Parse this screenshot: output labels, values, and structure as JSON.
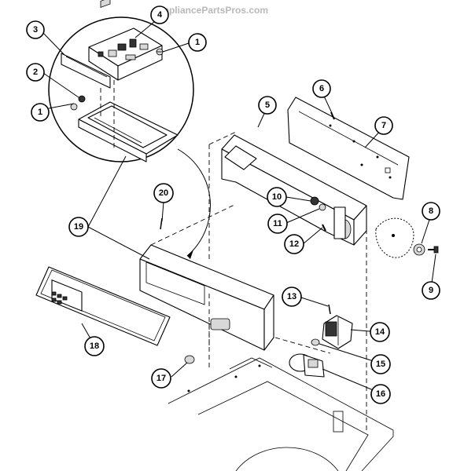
{
  "watermark": "AppliancePartsPros.com",
  "callouts": [
    {
      "id": "callout-1a",
      "label": "1"
    },
    {
      "id": "callout-1b",
      "label": "1"
    },
    {
      "id": "callout-2",
      "label": "2"
    },
    {
      "id": "callout-3",
      "label": "3"
    },
    {
      "id": "callout-4",
      "label": "4"
    },
    {
      "id": "callout-5",
      "label": "5"
    },
    {
      "id": "callout-6",
      "label": "6"
    },
    {
      "id": "callout-7",
      "label": "7"
    },
    {
      "id": "callout-8",
      "label": "8"
    },
    {
      "id": "callout-9",
      "label": "9"
    },
    {
      "id": "callout-10",
      "label": "10"
    },
    {
      "id": "callout-11",
      "label": "11"
    },
    {
      "id": "callout-12",
      "label": "12"
    },
    {
      "id": "callout-13",
      "label": "13"
    },
    {
      "id": "callout-14",
      "label": "14"
    },
    {
      "id": "callout-15",
      "label": "15"
    },
    {
      "id": "callout-16",
      "label": "16"
    },
    {
      "id": "callout-17",
      "label": "17"
    },
    {
      "id": "callout-18",
      "label": "18"
    },
    {
      "id": "callout-19",
      "label": "19"
    },
    {
      "id": "callout-20",
      "label": "20"
    }
  ]
}
